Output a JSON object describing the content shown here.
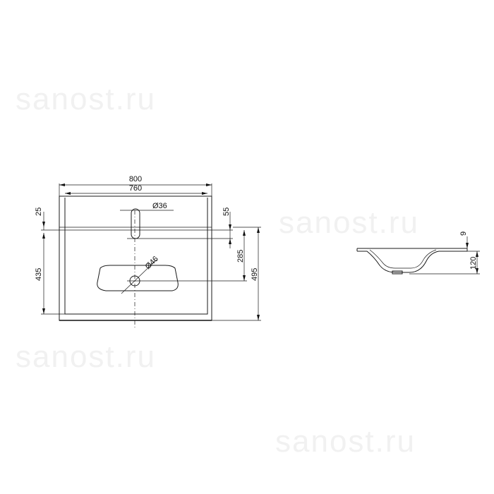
{
  "watermark": "sanost.ru",
  "top_view": {
    "dimensions": {
      "overall_width": "800",
      "inner_width": "760",
      "tap_hole_diameter": "Ø36",
      "drain_diameter": "Ø46",
      "rim_offset": "25",
      "tap_offset": "55",
      "drain_to_back": "285",
      "inner_depth": "435",
      "overall_depth": "495"
    }
  },
  "side_view": {
    "dimensions": {
      "rim_thickness": "9",
      "bowl_height": "120"
    }
  }
}
